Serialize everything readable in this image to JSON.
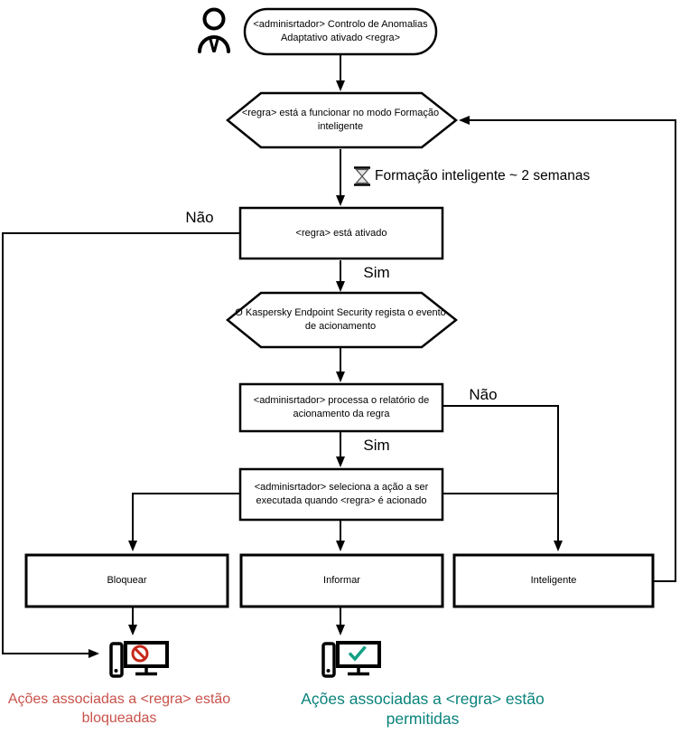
{
  "diagram": {
    "title_hint": "Adaptive Anomaly Control rule workflow",
    "actor": {
      "icon": "person-icon",
      "start_label": "<adminisrtador> Controlo de Anomalias\nAdaptativo ativado <regra>"
    },
    "nodes": {
      "smart_training_mode": "<regra> está a funcionar no modo Formação\ninteligente",
      "rule_enabled": "<regra> está ativado",
      "kes_logs_event": "O Kaspersky Endpoint Security regista o evento\nde acionamento",
      "admin_processes_report": "<adminisrtador> processa o relatório de\nacionamento da regra",
      "admin_selects_action": "<adminisrtador> seleciona a ação a ser\nexecutada quando <regra> é acionado",
      "action_block": "Bloquear",
      "action_inform": "Informar",
      "action_smart": "Inteligente"
    },
    "annotations": {
      "training_note": "Formação inteligente ~ 2 semanas",
      "hourglass_icon": "hourglass-icon"
    },
    "edge_labels": {
      "no_left": "Não",
      "yes_after_rule_enabled": "Sim",
      "no_right": "Não",
      "yes_after_report": "Sim"
    },
    "outcomes": {
      "blocked": {
        "icon": "computer-blocked-icon",
        "label": "Ações associadas a <regra> estão\nbloqueadas",
        "color": "#c9524a",
        "badge_color": "#c5291b"
      },
      "allowed": {
        "icon": "computer-allowed-icon",
        "label": "Ações associadas a <regra> estão\npermitidas",
        "color": "#0a837c",
        "badge_color": "#12a185"
      }
    },
    "line_color": "#000000",
    "background_color": "#ffffff"
  }
}
